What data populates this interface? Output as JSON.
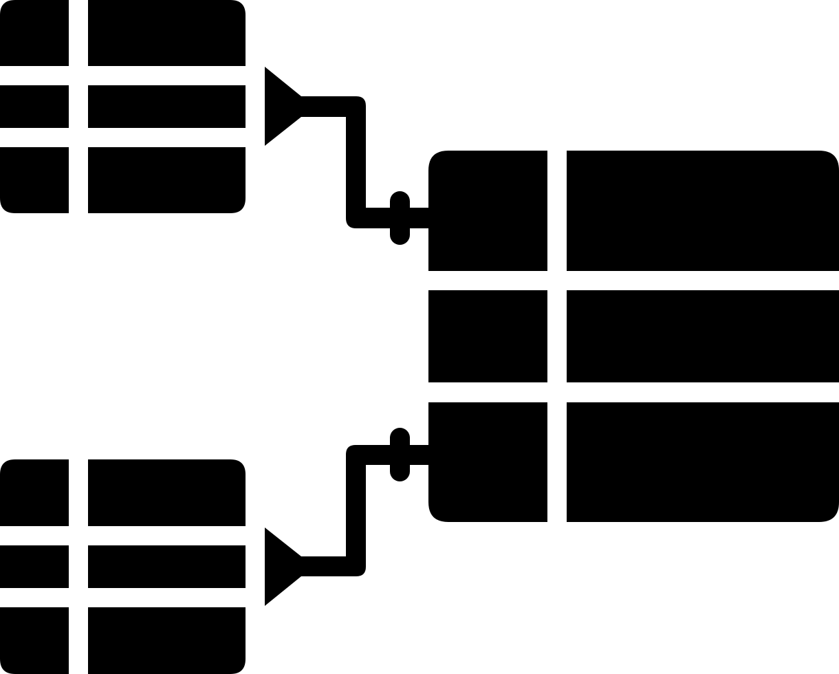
{
  "colors": {
    "ink": "#000000",
    "background": "#ffffff"
  },
  "icons": {
    "top_left_table": "table-icon",
    "bottom_left_table": "table-icon",
    "right_table": "table-icon",
    "top_connector": "relationship-connector-icon",
    "bottom_connector": "relationship-connector-icon"
  },
  "tables": {
    "top_left": {
      "rows": 3,
      "columns": 2
    },
    "bottom_left": {
      "rows": 3,
      "columns": 2
    },
    "right": {
      "rows": 3,
      "columns": 2
    }
  }
}
